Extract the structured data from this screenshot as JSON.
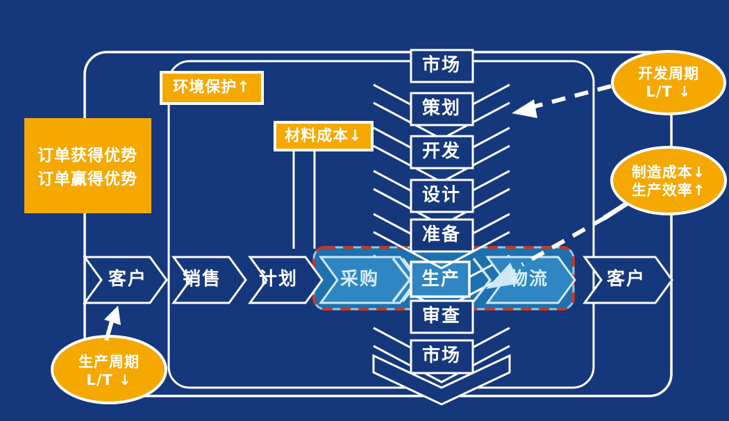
{
  "vertical_flow": [
    "市场",
    "策划",
    "开发",
    "设计",
    "准备",
    "审查",
    "市场"
  ],
  "horizontal_flow": [
    "客户",
    "销售",
    "计划",
    "采购",
    "生产",
    "物流",
    "客户"
  ],
  "callouts": {
    "order_advantage": {
      "line1": "订单获得优势",
      "line2": "订单赢得优势"
    },
    "environment": "环境保护↑",
    "material_cost": "材料成本↓",
    "dev_cycle": {
      "line1": "开发周期",
      "line2": "L/T ↓"
    },
    "manufacturing": {
      "line1": "制造成本↓",
      "line2": "生产效率↑"
    },
    "production_cycle": {
      "line1": "生产周期",
      "line2": "L/T ↓"
    }
  },
  "colors": {
    "background": "#15377C",
    "accent_orange": "#F5A800",
    "highlight_region_blue": "#1E70AE",
    "highlight_chevron_blue": "#2F86C2",
    "dashed_border_red": "#C03A2B",
    "line_white": "#FFFFFF"
  }
}
